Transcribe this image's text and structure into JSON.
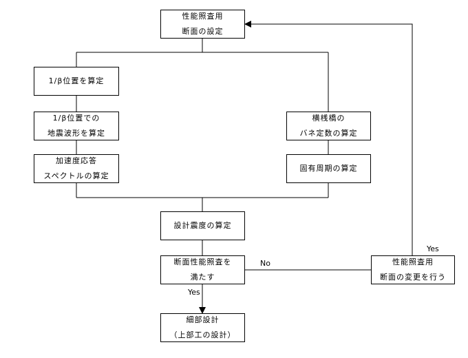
{
  "nodes": {
    "setting": [
      "性能照査用",
      "断面の設定"
    ],
    "beta_position": [
      "1/β位置を算定"
    ],
    "beta_wave": [
      "1/β位置での",
      "地震波形を算定"
    ],
    "spectrum": [
      "加速度応答",
      "スペクトルの算定"
    ],
    "spring": [
      "横桟橋の",
      "バネ定数の算定"
    ],
    "period": [
      "固有周期の算定"
    ],
    "design_seismic": [
      "設計震度の算定"
    ],
    "check": [
      "断面性能照査を",
      "満たす"
    ],
    "change": [
      "性能照査用",
      "断面の変更を行う"
    ],
    "detail": [
      "細部設計",
      "（上部工の設計）"
    ]
  },
  "edge_labels": {
    "no": "No",
    "yes_down": "Yes",
    "yes_up": "Yes"
  }
}
